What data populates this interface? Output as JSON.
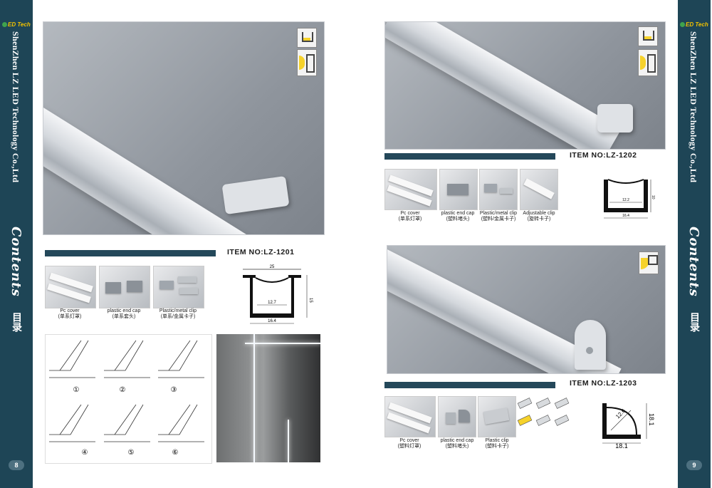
{
  "left_band": {
    "logo": "ED Tech",
    "company": "ShenZhen LZ LED Technology Co.,Ltd",
    "contents": "Contents",
    "contents_cn": "目录",
    "page_number": "8"
  },
  "right_band": {
    "logo": "ED Tech",
    "company": "ShenZhen LZ LED Technology Co.,Ltd",
    "contents": "Contents",
    "contents_cn": "目录",
    "page_number": "9"
  },
  "item_1201": {
    "item_no": "ITEM NO:LZ-1201",
    "accessories": [
      {
        "en": "Pc cover",
        "cn": "(单系灯罩)"
      },
      {
        "en": "plastic end cap",
        "cn": "(单系套头)"
      },
      {
        "en": "Plastic/metal clip",
        "cn": "(单系/金属卡子)"
      }
    ],
    "dims": {
      "top": "25",
      "inner": "12.7",
      "height": "15",
      "bottom": "16.4"
    },
    "install_steps": [
      "①",
      "②",
      "③",
      "④",
      "⑤",
      "⑥"
    ]
  },
  "item_1202": {
    "item_no": "ITEM NO:LZ-1202",
    "accessories": [
      {
        "en": "Pc cover",
        "cn": "(单系灯罩)"
      },
      {
        "en": "plastic end cap",
        "cn": "(塑料堵头)"
      },
      {
        "en": "Plastic/metal clip",
        "cn": "(塑料/金属卡子)"
      },
      {
        "en": "Adjustable clip",
        "cn": "(旋转卡子)"
      }
    ],
    "dims": {
      "inner": "12.2",
      "height": "10",
      "bottom": "16.4"
    }
  },
  "item_1203": {
    "item_no": "ITEM NO:LZ-1203",
    "accessories": [
      {
        "en": "Pc cover",
        "cn": "(塑料灯罩)"
      },
      {
        "en": "plastic end cap",
        "cn": "(塑料堵头)"
      },
      {
        "en": "Plastic clip",
        "cn": "(塑料卡子)"
      }
    ],
    "dims": {
      "side_a": "18.1",
      "side_b": "18.1",
      "diag": "12.6"
    }
  }
}
